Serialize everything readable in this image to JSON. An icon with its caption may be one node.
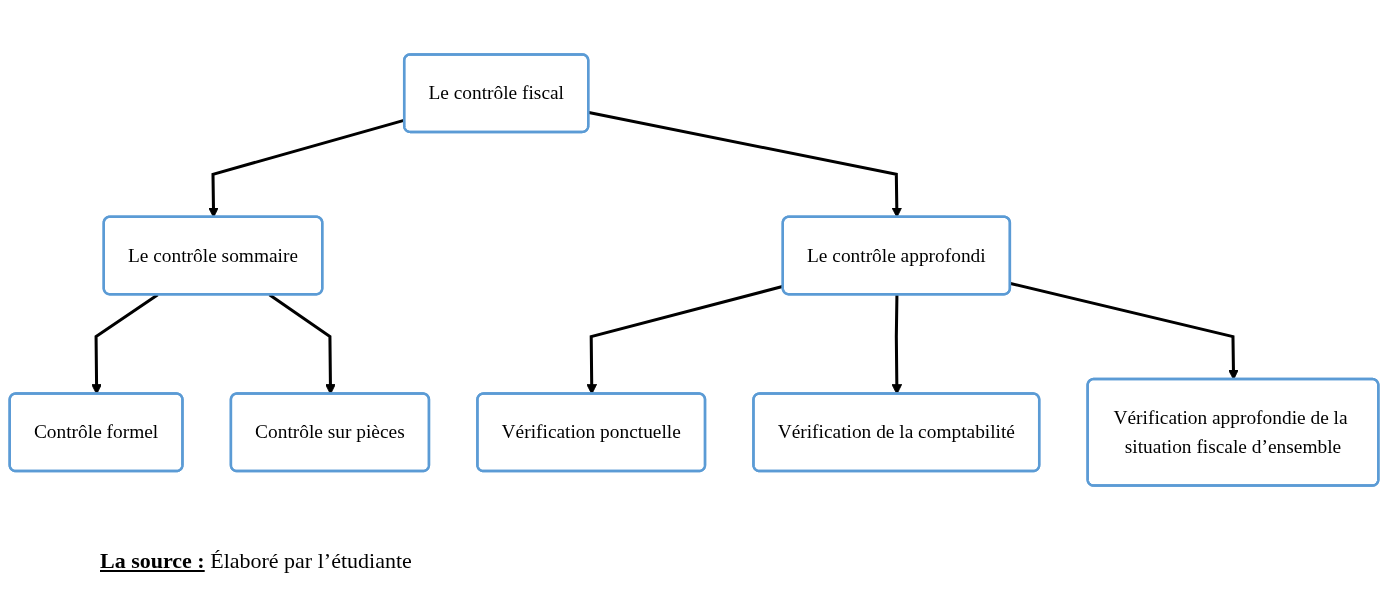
{
  "diagram": {
    "nodes": [
      {
        "text": [
          "Le contrôle fiscal"
        ]
      },
      {
        "text": [
          "Le contrôle sommaire"
        ]
      },
      {
        "text": [
          "Le contrôle approfondi"
        ]
      },
      {
        "text": [
          "Contrôle formel"
        ]
      },
      {
        "text": [
          "Contrôle sur pièces"
        ]
      },
      {
        "text": [
          "Vérification ponctuelle"
        ]
      },
      {
        "text": [
          "Vérification de la comptabilité"
        ]
      },
      {
        "text": [
          "Vérification approfondie de la situation fiscale d’ensemble"
        ]
      }
    ],
    "edges": [
      {
        "from": 0,
        "to": 1,
        "arrow": "to"
      },
      {
        "from": 0,
        "to": 2,
        "arrow": "to"
      },
      {
        "from": 1,
        "to": 3,
        "arrow": "to"
      },
      {
        "from": 1,
        "to": 4,
        "arrow": "to"
      },
      {
        "from": 2,
        "to": 5,
        "arrow": "to"
      },
      {
        "from": 2,
        "to": 6,
        "arrow": "to"
      },
      {
        "from": 2,
        "to": 7,
        "arrow": "to"
      }
    ],
    "labels": [
      "**La source :**  Élaboré par l’étudiante"
    ]
  }
}
